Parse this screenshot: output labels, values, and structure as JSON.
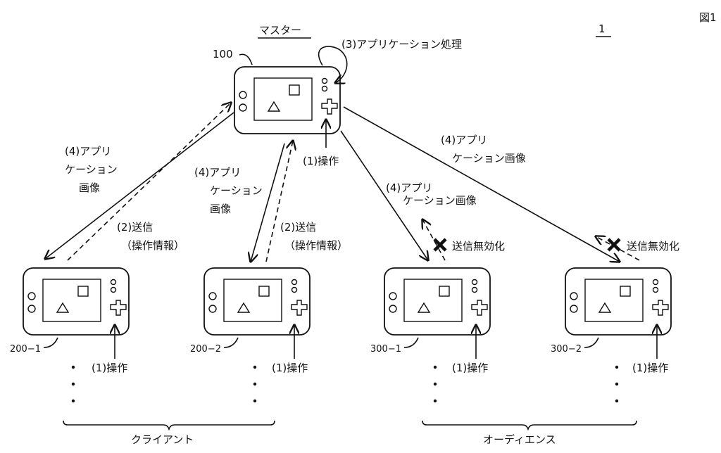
{
  "figure": {
    "fig_label": "図1",
    "system_ref": "1"
  },
  "master": {
    "title": "マスター",
    "ref": "100",
    "app_process": "(3)アプリケーション処理",
    "operation": "(1)操作"
  },
  "arrows": {
    "app_image_a": [
      "(4)アプリ",
      "ケーション",
      "画像"
    ],
    "app_image_b": [
      "(4)アプリ",
      "ケーション",
      "画像"
    ],
    "app_image_c": [
      "(4)アプリ",
      "ケーション画像"
    ],
    "app_image_d": [
      "(4)アプリ",
      "ケーション画像"
    ],
    "send_a": [
      "(2)送信",
      "（操作情報）"
    ],
    "send_b": [
      "(2)送信",
      "（操作情報）"
    ],
    "disabled_a": "送信無効化",
    "disabled_b": "送信無効化"
  },
  "devices": [
    {
      "ref": "200−1",
      "operation": "(1)操作"
    },
    {
      "ref": "200−2",
      "operation": "(1)操作"
    },
    {
      "ref": "300−1",
      "operation": "(1)操作"
    },
    {
      "ref": "300−2",
      "operation": "(1)操作"
    }
  ],
  "groups": {
    "clients": "クライアント",
    "audience": "オーディエンス"
  }
}
